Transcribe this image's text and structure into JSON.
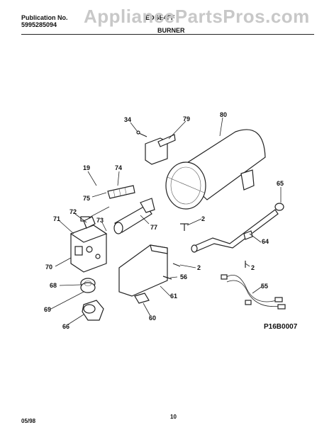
{
  "header": {
    "publication_label": "Publication No.",
    "publication_number": "5995285094",
    "model": "EDGE4FF",
    "section_title": "BURNER"
  },
  "watermark": "AppliancePartsPros.com",
  "figure_code": "P16B0007",
  "footer": {
    "date": "05/98",
    "page": "10"
  },
  "callouts": {
    "c34": "34",
    "c79": "79",
    "c80": "80",
    "c19": "19",
    "c74": "74",
    "c75": "75",
    "c65": "65",
    "c71": "71",
    "c72": "72",
    "c73": "73",
    "c2a": "2",
    "c77": "77",
    "c64": "64",
    "c70": "70",
    "c2b": "2",
    "c2c": "2",
    "c56": "56",
    "c68": "68",
    "c61": "61",
    "c55": "55",
    "c69": "69",
    "c60": "60",
    "c66": "66"
  }
}
